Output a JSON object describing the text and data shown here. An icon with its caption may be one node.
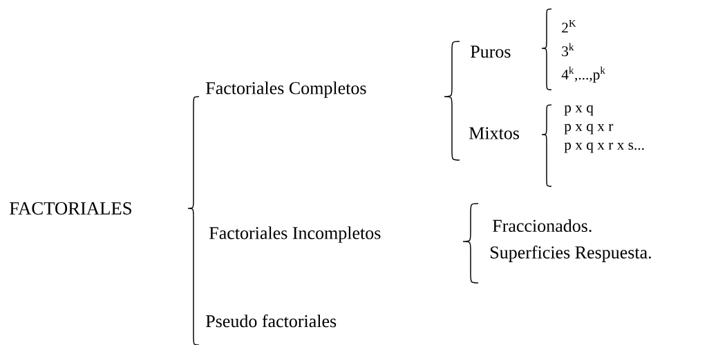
{
  "diagram": {
    "nodes": [
      {
        "text": [
          "FACTORIALES"
        ]
      },
      {
        "text": [
          "Factoriales Completos"
        ]
      },
      {
        "text": [
          "Puros"
        ]
      },
      {
        "text": [
          "2$^{K}$"
        ]
      },
      {
        "text": [
          "3$^{k}$"
        ]
      },
      {
        "text": [
          "4$^{k}$,...,p$^{k}$"
        ]
      },
      {
        "text": [
          "Mixtos"
        ]
      },
      {
        "text": [
          "p x q"
        ]
      },
      {
        "text": [
          "p x q x r"
        ]
      },
      {
        "text": [
          "p x q x r x s..."
        ]
      },
      {
        "text": [
          "Factoriales Incompletos"
        ]
      },
      {
        "text": [
          "Fraccionados."
        ]
      },
      {
        "text": [
          "Superficies Respuesta."
        ]
      },
      {
        "text": [
          "Pseudo factoriales"
        ]
      }
    ]
  }
}
